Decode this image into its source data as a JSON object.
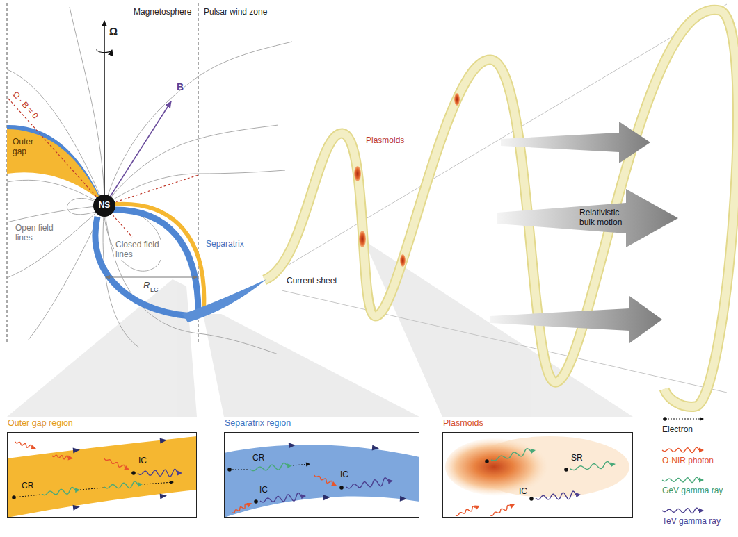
{
  "diagram": {
    "nodes": [
      {
        "text": [
          "NS"
        ]
      },
      {
        "text": [
          "Relativistic bulk motion"
        ]
      },
      {
        "text": [
          "Outer gap region",
          "CR",
          "IC"
        ]
      },
      {
        "text": [
          "Separatrix region",
          "CR",
          "IC",
          "IC"
        ]
      },
      {
        "text": [
          "Plasmoids",
          "SR",
          "IC"
        ]
      }
    ],
    "labels": [
      "Magnetosphere",
      "Pulsar wind zone",
      "Ω",
      "B",
      "Ω · B = 0",
      "Outer gap",
      "Open field lines",
      "Closed field lines",
      "Separatrix",
      "R",
      "LC",
      "Plasmoids",
      "Current sheet"
    ],
    "legend": [
      {
        "text": "Electron"
      },
      {
        "text": "O-NIR photon"
      },
      {
        "text": "GeV gamma ray"
      },
      {
        "text": "TeV gamma ray"
      }
    ]
  }
}
